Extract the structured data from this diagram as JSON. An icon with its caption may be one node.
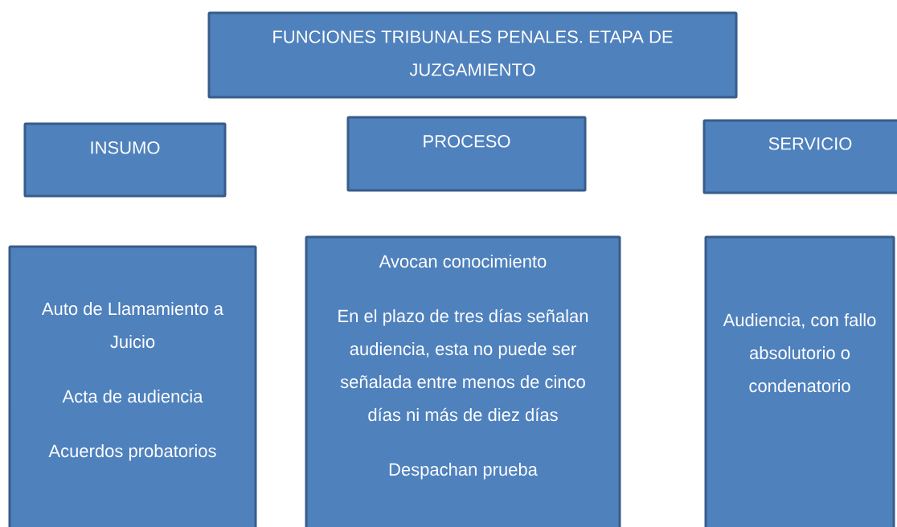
{
  "diagram": {
    "nodes": [
      {
        "text": [
          "FUNCIONES TRIBUNALES PENALES. ETAPA DE JUZGAMIENTO"
        ]
      },
      {
        "text": [
          "INSUMO"
        ]
      },
      {
        "text": [
          "PROCESO"
        ]
      },
      {
        "text": [
          "SERVICIO"
        ]
      },
      {
        "text": [
          "Auto de Llamamiento a Juicio",
          "Acta de audiencia",
          "Acuerdos probatorios"
        ]
      },
      {
        "text": [
          "Avocan conocimiento",
          "En el plazo de tres días señalan audiencia, esta no puede ser señalada entre menos de cinco días ni más de diez días",
          "Despachan prueba"
        ]
      },
      {
        "text": [
          "Audiencia, con fallo absolutorio o condenatorio"
        ]
      }
    ]
  }
}
